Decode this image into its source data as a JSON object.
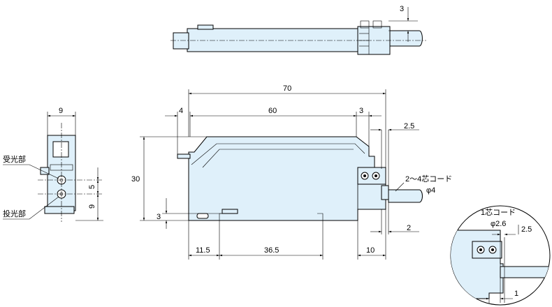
{
  "labels": {
    "receiver": "受光部",
    "emitter": "投光部",
    "cable_main": "2～4芯コード",
    "cable_main_dia": "φ4",
    "cable_detail": "1芯コード",
    "cable_detail_dia": "φ2.6"
  },
  "dimensions": {
    "top_cable_offset": "3",
    "side_width": "9",
    "side_pitch": "5",
    "side_bottom": "9",
    "overall_length": "70",
    "left_offset": "4",
    "mid_length": "60",
    "right_offset": "3",
    "height": "30",
    "rail_offset": "3",
    "cable_gap_top": "2.5",
    "cable_gap_bottom": "2",
    "left_bottom": "11.5",
    "rail_pitch": "36.5",
    "right_bottom": "10",
    "detail_gap": "2.5",
    "detail_bottom": "1"
  },
  "colors": {
    "body_fill": "#dff0fa",
    "line": "#000000"
  }
}
